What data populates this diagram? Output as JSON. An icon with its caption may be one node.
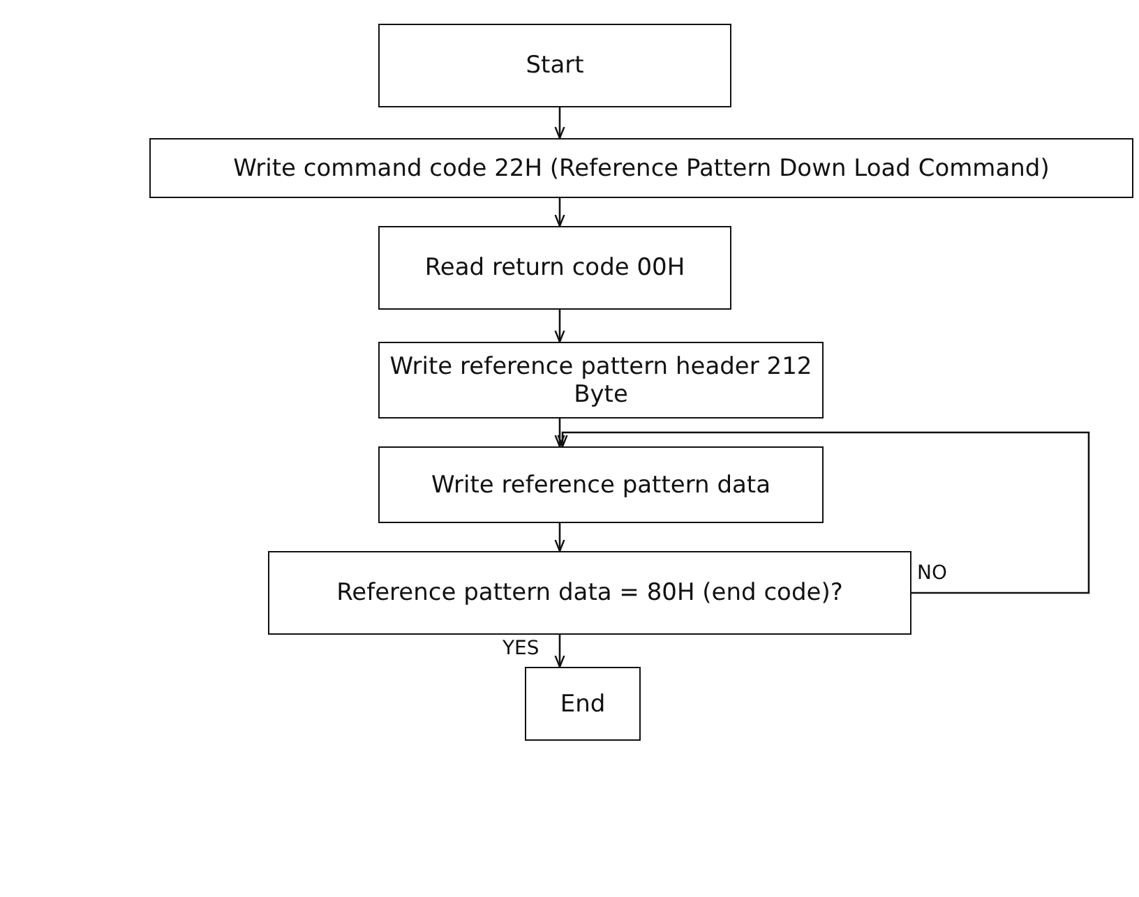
{
  "diagram": {
    "nodes": [
      {
        "text": [
          "Start"
        ]
      },
      {
        "text": [
          "Write command code 22H (Reference Pattern Down Load Command)"
        ]
      },
      {
        "text": [
          "Read return code 00H"
        ]
      },
      {
        "text": [
          "Write reference pattern header 212 Byte"
        ]
      },
      {
        "text": [
          "Write reference pattern data"
        ]
      },
      {
        "text": [
          "Reference pattern data = 80H (end code)?"
        ]
      },
      {
        "text": [
          "End"
        ]
      }
    ],
    "edges": [
      {
        "from": 0,
        "to": 1,
        "arrow": "to"
      },
      {
        "from": 1,
        "to": 2,
        "arrow": "to"
      },
      {
        "from": 2,
        "to": 3,
        "arrow": "to"
      },
      {
        "from": 3,
        "to": 4,
        "arrow": "to"
      },
      {
        "from": 4,
        "to": 5,
        "arrow": "to"
      },
      {
        "from": 5,
        "to": 6,
        "label": "YES",
        "arrow": "to"
      },
      {
        "from": 5,
        "to": 4,
        "label": "NO",
        "arrow": "to"
      }
    ]
  }
}
